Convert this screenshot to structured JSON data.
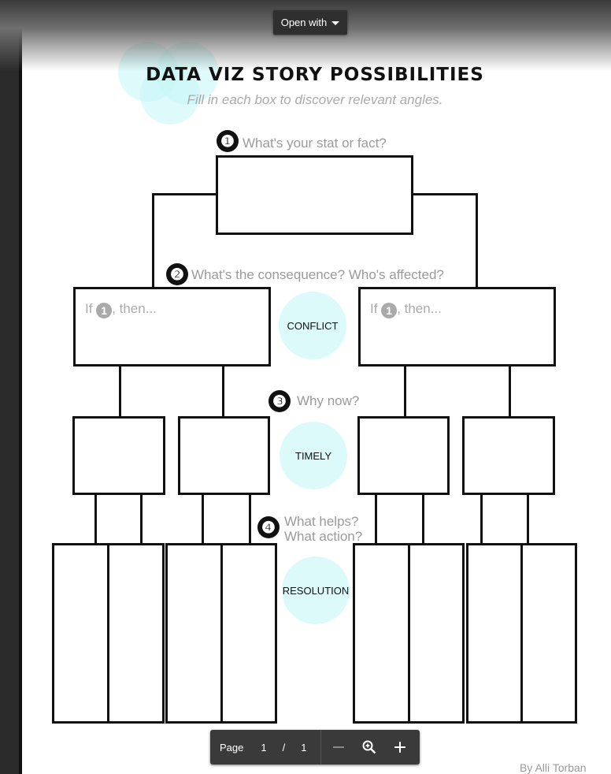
{
  "toolbar": {
    "open_with_label": "Open with"
  },
  "worksheet": {
    "title": "DATA VIZ STORY POSSIBILITIES",
    "subtitle": "Fill in each box to discover relevant angles.",
    "steps": [
      {
        "number": "❶",
        "prompt": "What's your stat or fact?"
      },
      {
        "number": "❷",
        "prompt": "What's the consequence? Who's affected?"
      },
      {
        "number": "❸",
        "prompt": "Why now?"
      },
      {
        "number": "❹",
        "prompt_line1": "What helps?",
        "prompt_line2": "What action?"
      }
    ],
    "if_prefix": "If",
    "then_suffix": ", then...",
    "inline_number": "1",
    "labels": {
      "conflict": "CONFLICT",
      "timely": "TIMELY",
      "resolution": "RESOLUTION"
    },
    "credit": "By Alli Torban"
  },
  "pager": {
    "page_label": "Page",
    "current_page": "1",
    "separator": "/",
    "total_pages": "1"
  },
  "icons": {
    "dropdown": "chevron-down-icon",
    "zoom_out": "minus-icon",
    "zoom": "zoom-in-icon",
    "zoom_in": "plus-icon"
  }
}
